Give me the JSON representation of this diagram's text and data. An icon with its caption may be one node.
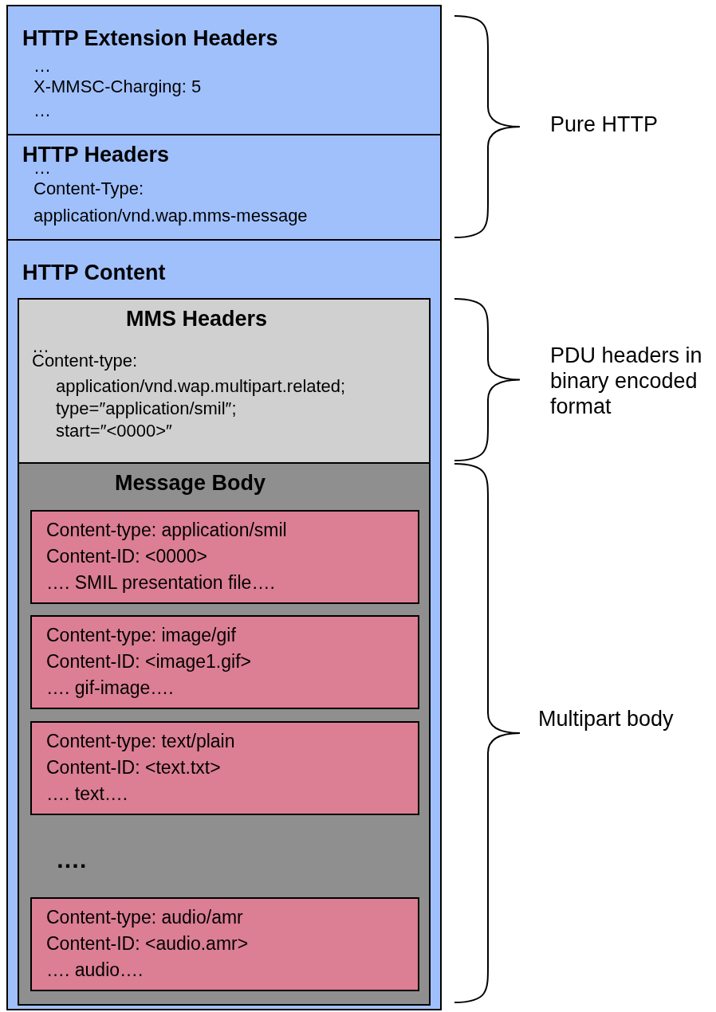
{
  "diagram": {
    "nodes": [
      {
        "text": [
          "HTTP Extension Headers",
          "…",
          "X-MMSC-Charging: 5",
          "…"
        ]
      },
      {
        "text": [
          "HTTP Headers",
          "…",
          "Content-Type:",
          "application/vnd.wap.mms-message"
        ]
      },
      {
        "text": [
          "HTTP Content"
        ]
      },
      {
        "text": [
          "MMS Headers",
          "…",
          "Content-type:",
          "application/vnd.wap.multipart.related;",
          "type=″application/smil″;",
          "start=″<0000>″"
        ],
        "in": 2
      },
      {
        "text": [
          "Message Body",
          "…."
        ],
        "in": 2
      },
      {
        "text": [
          "Content-type: application/smil",
          "Content-ID: <0000>",
          "…. SMIL presentation file…."
        ],
        "in": 4
      },
      {
        "text": [
          "Content-type: image/gif",
          "Content-ID: <image1.gif>",
          "…. gif-image…."
        ],
        "in": 4
      },
      {
        "text": [
          "Content-type: text/plain",
          "Content-ID: <text.txt>",
          "…. text…."
        ],
        "in": 4
      },
      {
        "text": [
          "Content-type: audio/amr",
          "Content-ID: <audio.amr>",
          "…. audio…."
        ],
        "in": 4
      }
    ],
    "edges": [],
    "labels": [
      "Pure HTTP",
      "PDU headers in binary encoded format",
      "Multipart body"
    ]
  }
}
